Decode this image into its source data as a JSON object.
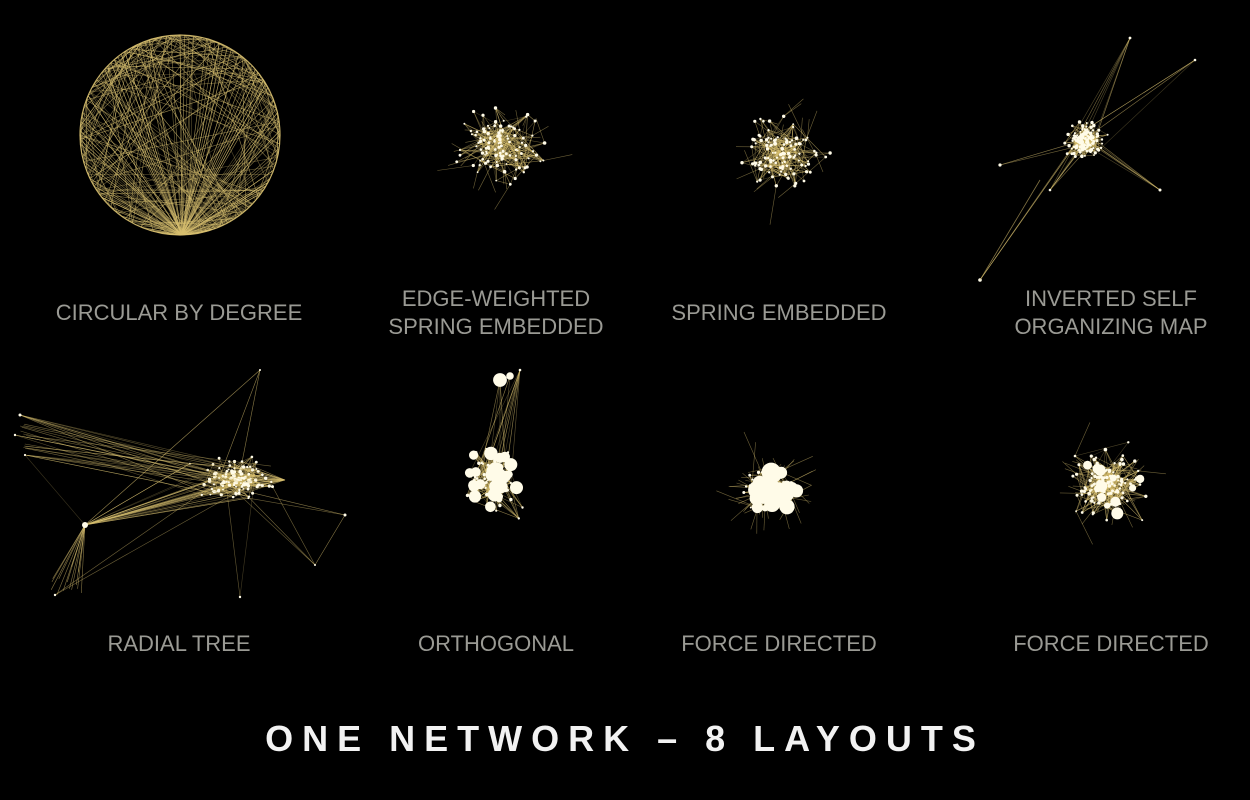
{
  "title": "ONE NETWORK – 8 LAYOUTS",
  "colors": {
    "background": "#000000",
    "edge": "#d8c070",
    "node": "#fffbe8",
    "caption": "#9a9a94",
    "title": "#f2f2f2"
  },
  "layouts": [
    {
      "id": "circular-by-degree",
      "caption_lines": [
        "CIRCULAR BY DEGREE"
      ]
    },
    {
      "id": "edge-weighted-spring-embedded",
      "caption_lines": [
        "EDGE-WEIGHTED",
        "SPRING EMBEDDED"
      ]
    },
    {
      "id": "spring-embedded",
      "caption_lines": [
        "SPRING EMBEDDED"
      ]
    },
    {
      "id": "inverted-self-organizing-map",
      "caption_lines": [
        "INVERTED SELF",
        "ORGANIZING MAP"
      ]
    },
    {
      "id": "radial-tree",
      "caption_lines": [
        "RADIAL TREE"
      ]
    },
    {
      "id": "orthogonal",
      "caption_lines": [
        "ORTHOGONAL"
      ]
    },
    {
      "id": "force-directed-1",
      "caption_lines": [
        "FORCE DIRECTED"
      ]
    },
    {
      "id": "force-directed-2",
      "caption_lines": [
        "FORCE DIRECTED"
      ]
    }
  ]
}
